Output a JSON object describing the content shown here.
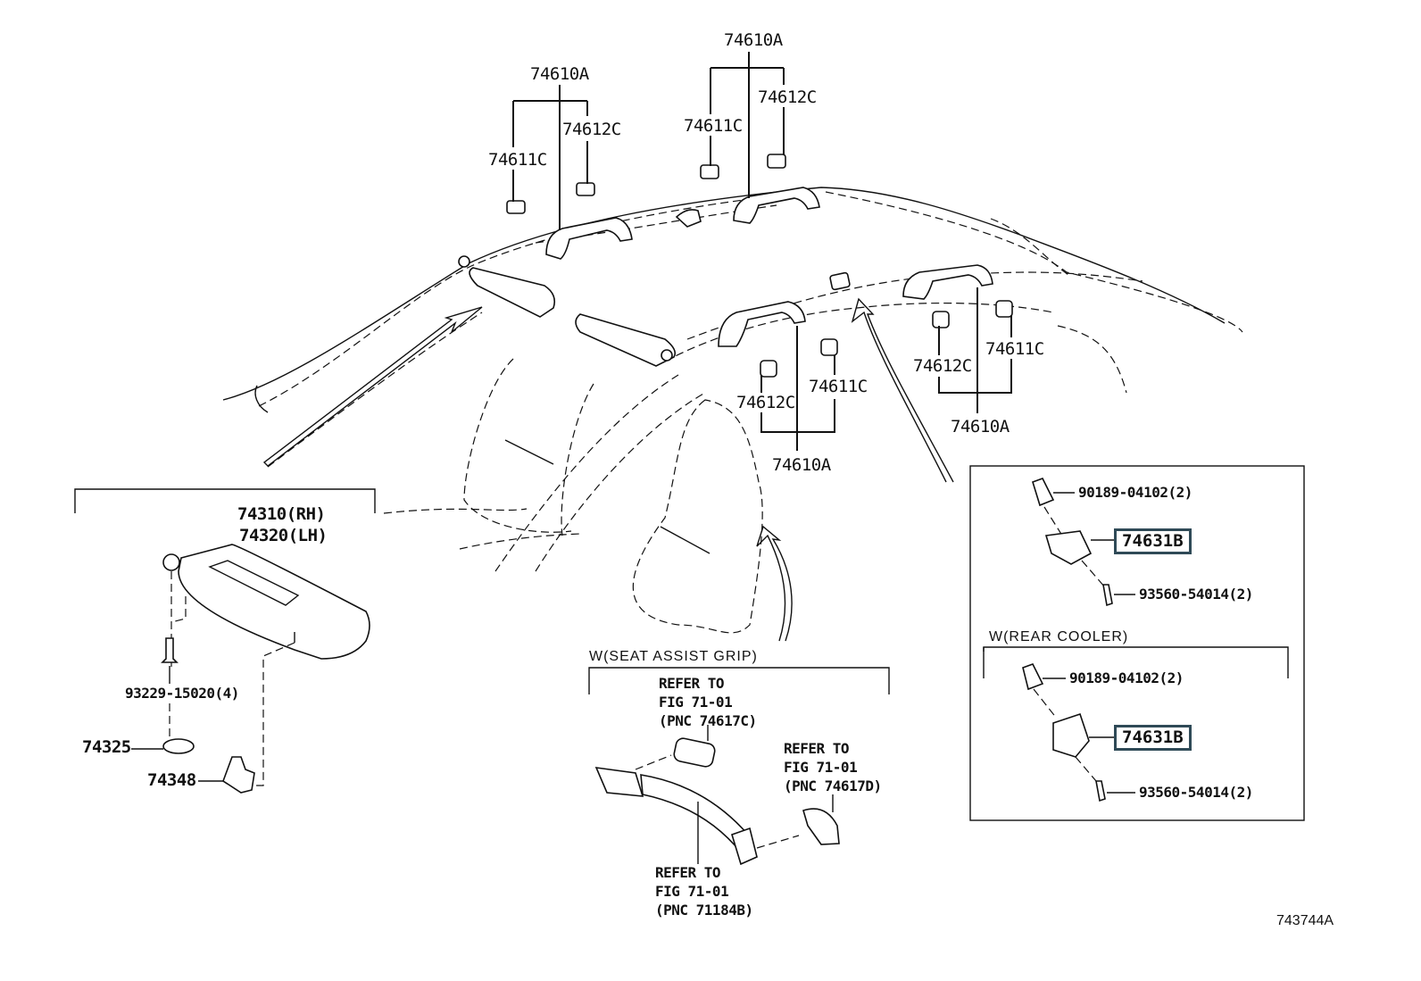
{
  "diagram": {
    "figure_id": "743744A",
    "labels": {
      "grip_front_left": {
        "assy": "74610A",
        "left_cap": "74611C",
        "right_cap": "74612C"
      },
      "grip_front_right": {
        "assy": "74610A",
        "left_cap": "74611C",
        "right_cap": "74612C"
      },
      "grip_mid": {
        "assy": "74610A",
        "left_cap": "74612C",
        "right_cap": "74611C"
      },
      "grip_rear": {
        "assy": "74610A",
        "left_cap": "74612C",
        "right_cap": "74611C"
      }
    },
    "sun_visor": {
      "part_rh": "74310(RH)",
      "part_lh": "74320(LH)",
      "screw": "93229-15020(4)",
      "cover": "74325",
      "holder": "74348"
    },
    "seat_assist_grip": {
      "title": "W(SEAT ASSIST GRIP)",
      "ref_cap_upper": "REFER TO\nFIG 71-01\n(PNC 74617C)",
      "ref_cap_lower": "REFER TO\nFIG 71-01\n(PNC 74617D)",
      "ref_grip": "REFER TO\nFIG 71-01\n(PNC 71184B)"
    },
    "bracket_detail": {
      "clip": "90189-04102(2)",
      "bracket": "74631B",
      "bolt": "93560-54014(2)"
    },
    "rear_cooler_detail": {
      "title": "W(REAR COOLER)",
      "clip": "90189-04102(2)",
      "bracket": "74631B",
      "bolt": "93560-54014(2)"
    },
    "colors": {
      "line": "#111111",
      "highlight_border": "#2f4a57",
      "background": "#ffffff"
    }
  }
}
